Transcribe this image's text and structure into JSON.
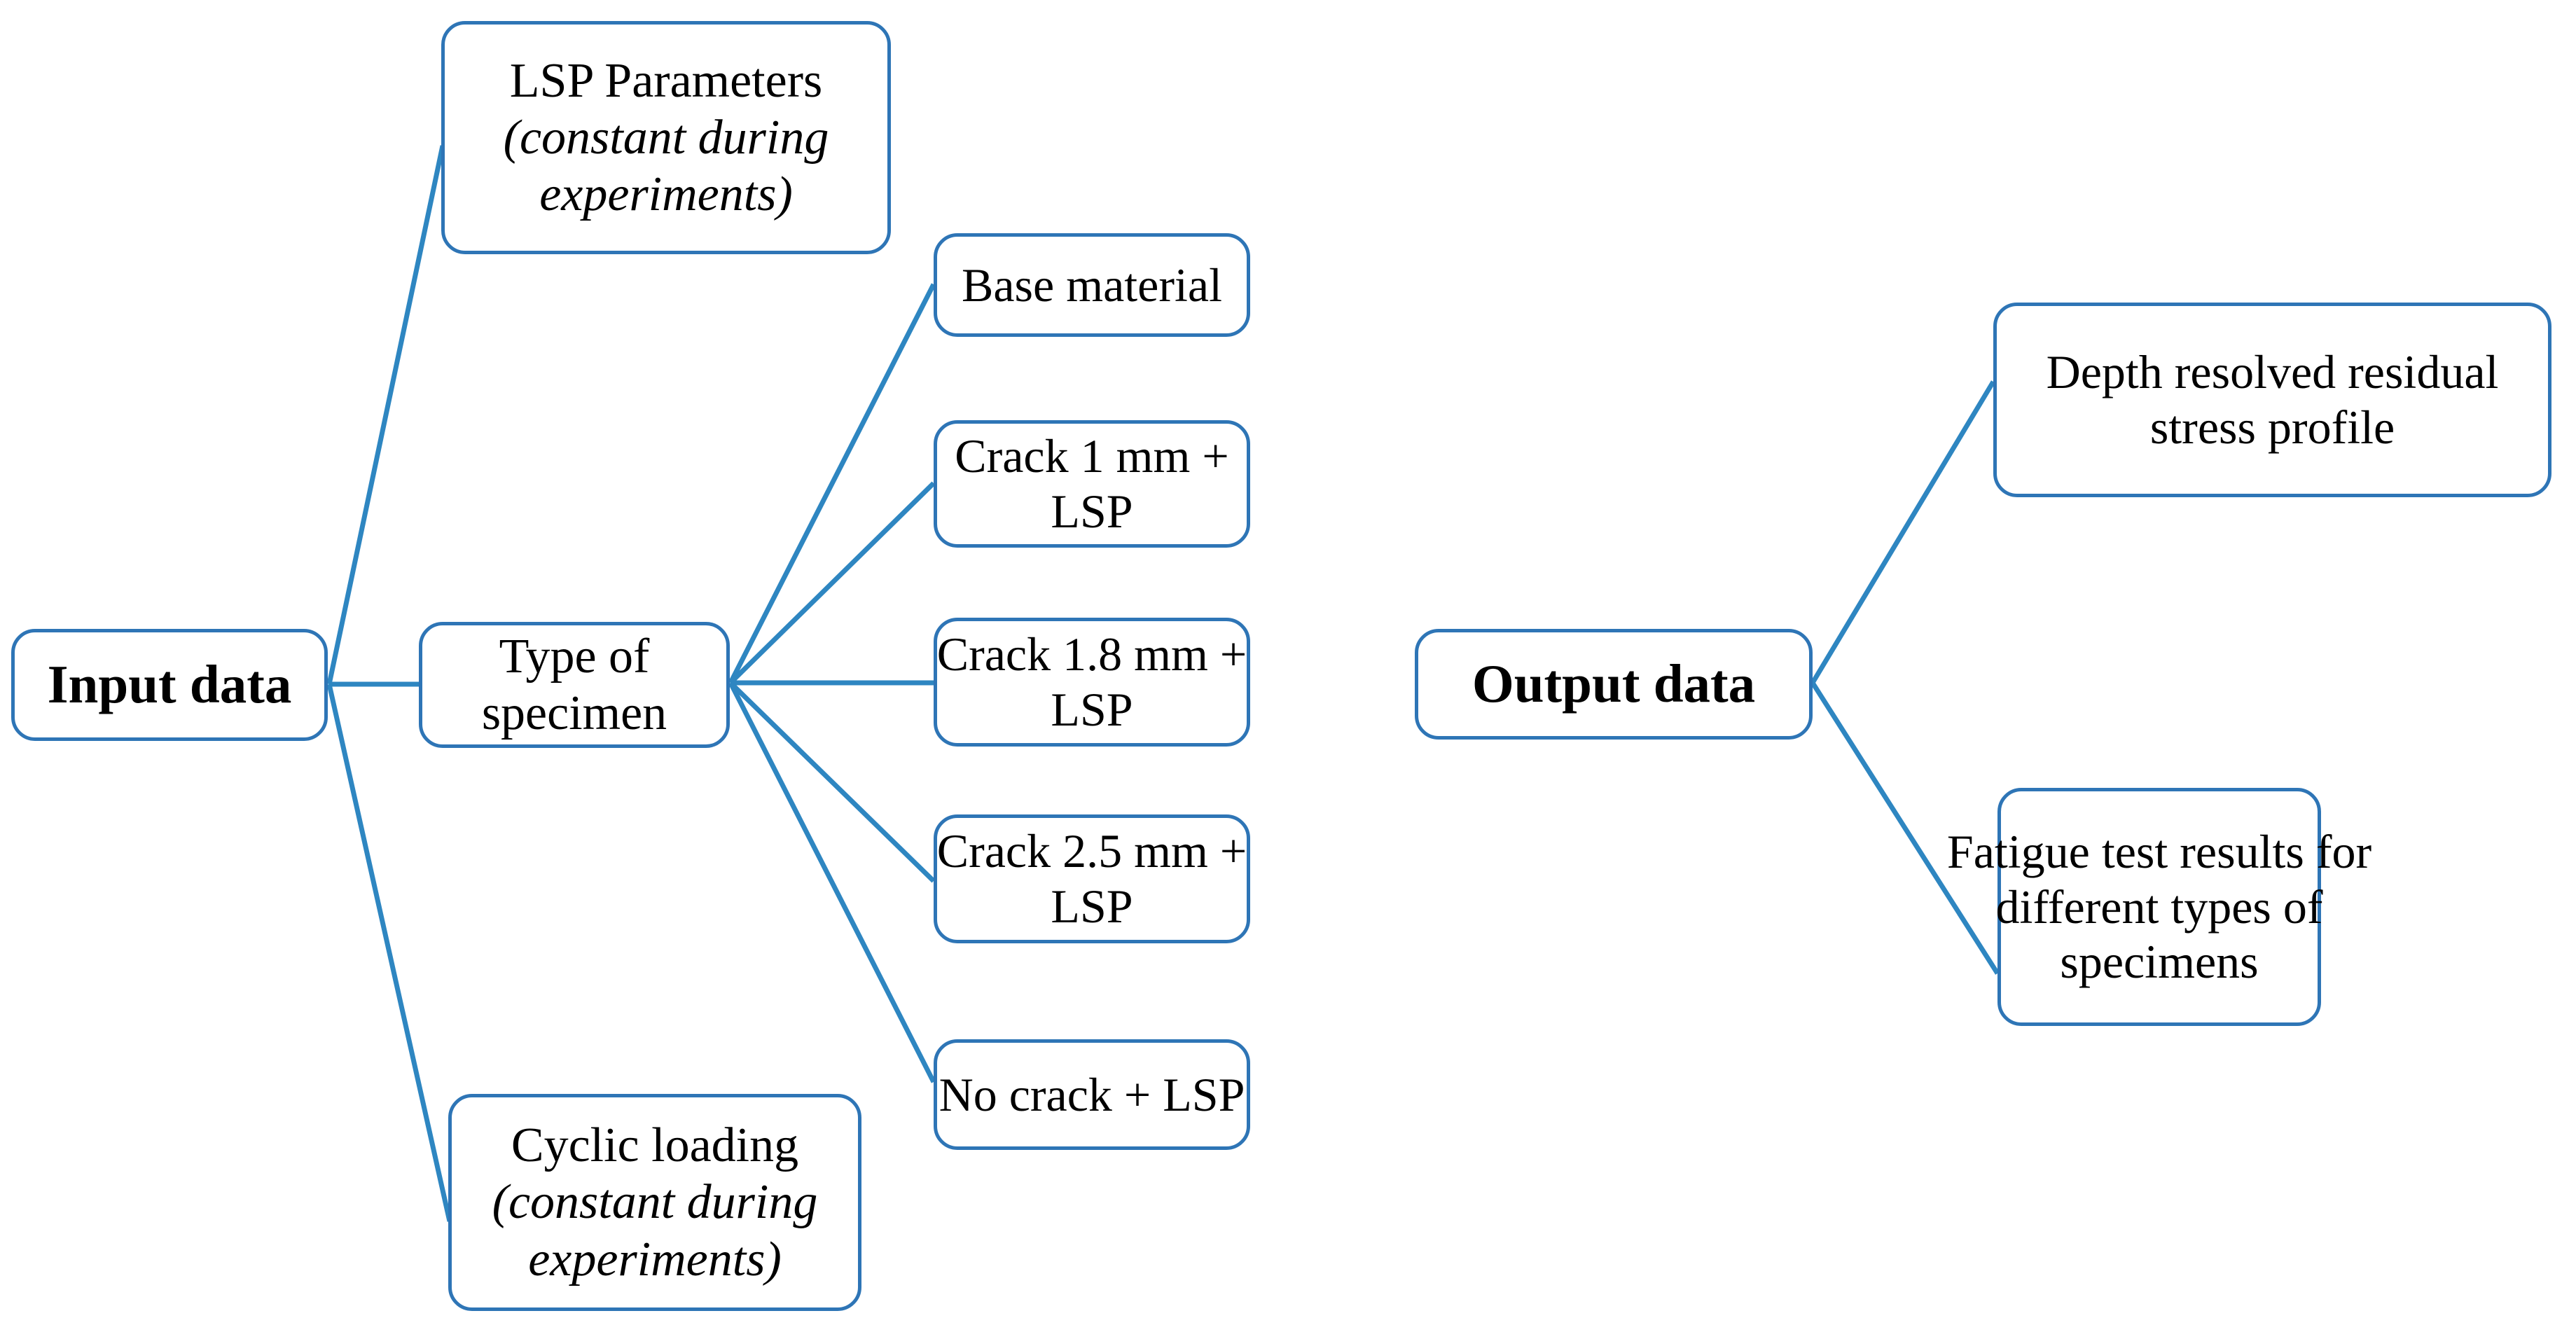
{
  "diagram": {
    "title": "Input data / Output data experiment flow chart",
    "colors": {
      "box_border": "#2E75B6",
      "connector": "#2E86C1",
      "text": "#000000",
      "background": "#FFFFFF"
    },
    "nodes": {
      "input_data": {
        "label": "Input data",
        "bold": true
      },
      "lsp_parameters": {
        "line1": "LSP Parameters",
        "line2": "(constant during",
        "line3": "experiments)"
      },
      "type_of_specimen": {
        "line1": "Type of",
        "line2": "specimen"
      },
      "cyclic_loading": {
        "line1": "Cyclic loading",
        "line2": "(constant during",
        "line3": "experiments)"
      },
      "specimen_types": [
        {
          "line1": "Base material",
          "line2": ""
        },
        {
          "line1": "Crack 1 mm +",
          "line2": "LSP"
        },
        {
          "line1": "Crack 1.8 mm +",
          "line2": "LSP"
        },
        {
          "line1": "Crack 2.5 mm +",
          "line2": "LSP"
        },
        {
          "line1": "No crack + LSP",
          "line2": ""
        }
      ],
      "output_data": {
        "label": "Output data",
        "bold": true
      },
      "outputs": [
        {
          "line1": "Depth resolved residual",
          "line2": "stress profile",
          "line3": ""
        },
        {
          "line1": "Fatigue test results for",
          "line2": "different types of",
          "line3": "specimens"
        }
      ]
    }
  }
}
